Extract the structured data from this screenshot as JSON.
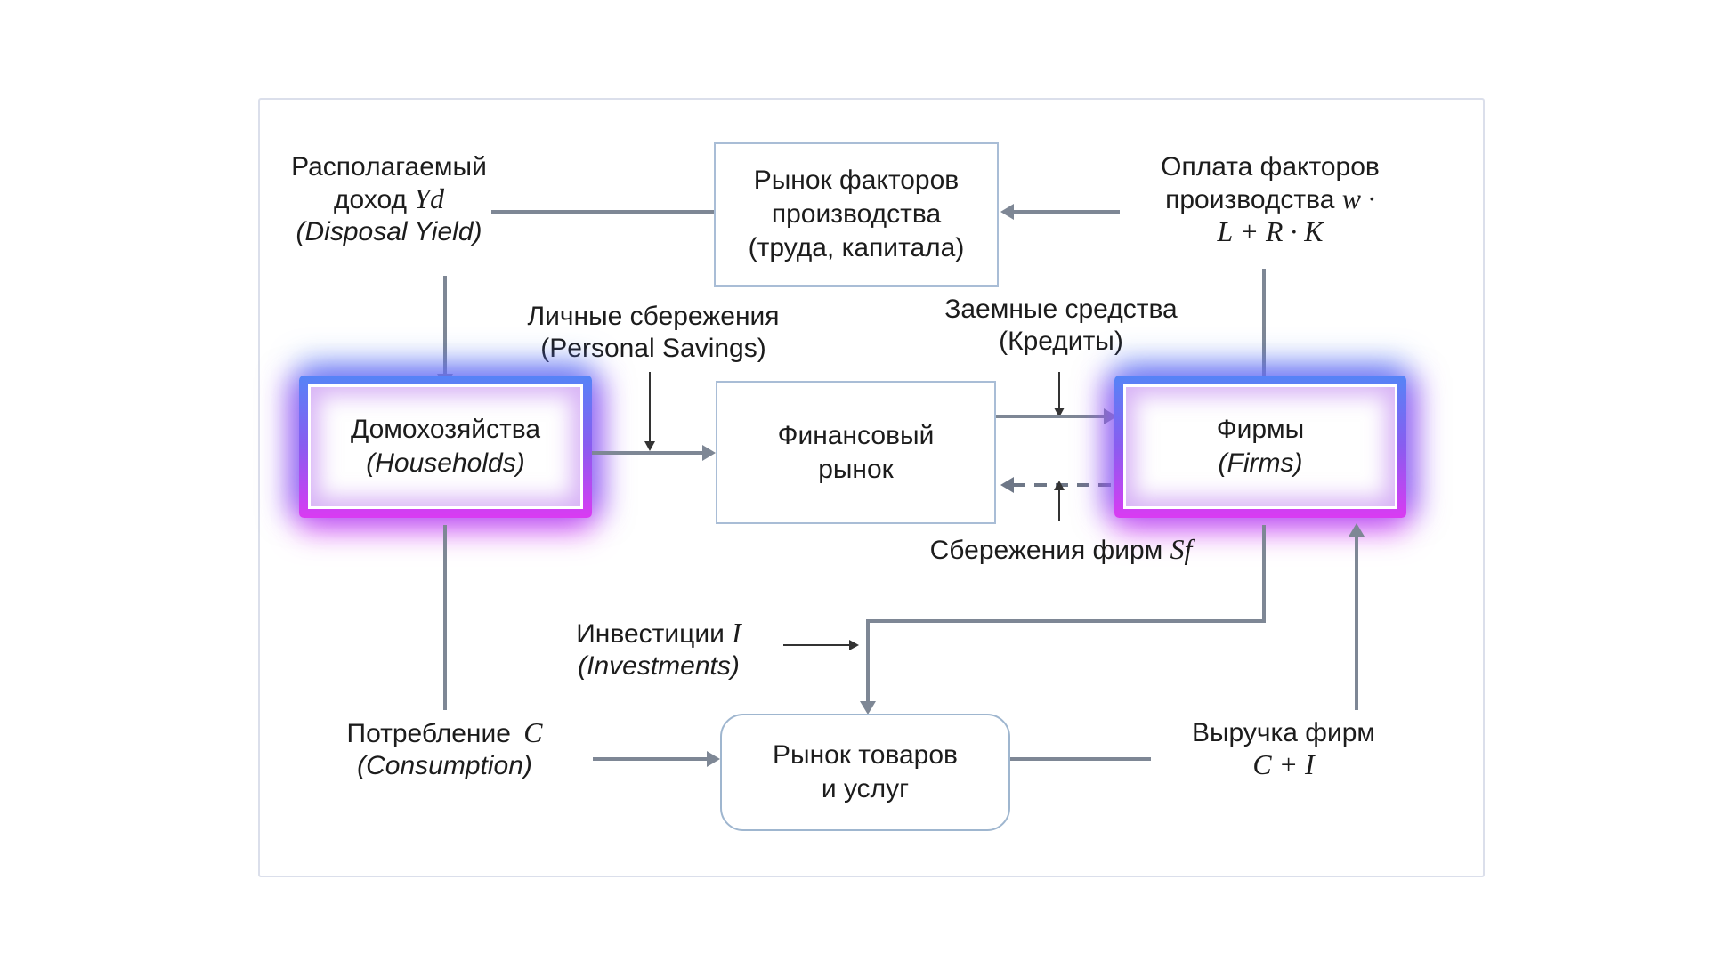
{
  "diagram": {
    "top_left_label": {
      "line1": "Располагаемый",
      "line2_pre": "доход ",
      "line2_math": "Yd",
      "line3": "(Disposal Yield)"
    },
    "factor_market_box": {
      "line1": "Рынок факторов",
      "line2": "производства",
      "line3": "(труда, капитала)"
    },
    "top_right_label": {
      "line1": "Оплата факторов",
      "line2_pre": "производства ",
      "line2_math": "w ·",
      "line3_math": "L + R · K"
    },
    "personal_savings_label": {
      "line1": "Личные сбережения",
      "line2": "(Personal Savings)"
    },
    "households_box": {
      "line1": "Домохозяйства",
      "line2": "(Households)"
    },
    "financial_market_box": {
      "line1": "Финансовый",
      "line2": "рынок"
    },
    "loans_label": {
      "line1": "Заемные средства",
      "line2": "(Кредиты)"
    },
    "firms_box": {
      "line1": "Фирмы",
      "line2": "(Firms)"
    },
    "firm_savings_label": {
      "pre": "Сбережения фирм ",
      "math": "Sf"
    },
    "investments_label": {
      "line1_pre": "Инвестиции ",
      "line1_math": "I",
      "line2": "(Investments)"
    },
    "consumption_label": {
      "line1_pre": "Потребление ",
      "line1_math": "C",
      "line2": "(Consumption)"
    },
    "goods_market_box": {
      "line1": "Рынок товаров",
      "line2": "и услуг"
    },
    "revenue_label": {
      "line1": "Выручка фирм",
      "line2_math": "C + I"
    }
  },
  "colors": {
    "glow_top": "#5584f7",
    "glow_mid": "#8a5cf0",
    "glow_bottom": "#d93bf2",
    "connector": "#7e8795",
    "thin_arrow": "#333333",
    "dashed_arrow": "#6e7787",
    "box_border": "#a9bdd6",
    "frame_border": "#dbdfeb",
    "text_color": "#1c1c1c"
  }
}
